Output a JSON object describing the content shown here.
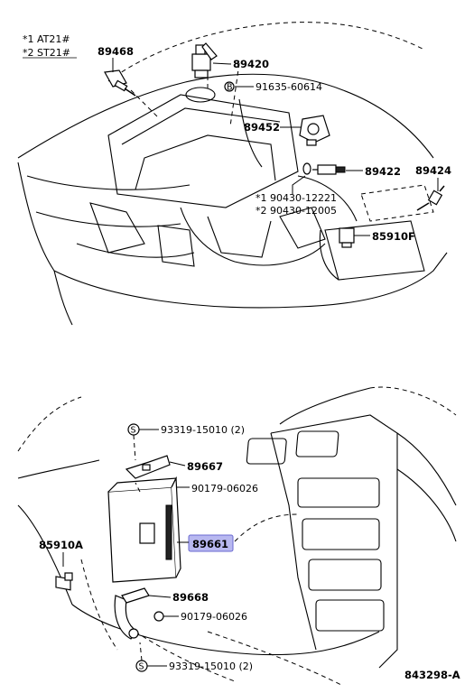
{
  "legend": {
    "line1": "*1 AT21#",
    "line2": "*2 ST21#"
  },
  "callouts": {
    "p89468": "89468",
    "p89420": "89420",
    "p91635": "91635-60614",
    "p89452": "89452",
    "p89422": "89422",
    "p89424": "89424",
    "p90430_1": "*1 90430-12221",
    "p90430_2": "*2 90430-12005",
    "p85910F": "85910F",
    "p93319_top": "93319-15010 (2)",
    "p89667": "89667",
    "p90179_top": "90179-06026",
    "p85910A": "85910A",
    "p89661": "89661",
    "p89668": "89668",
    "p90179_bot": "90179-06026",
    "p93319_bot": "93319-15010 (2)"
  },
  "highlight_color": "#b8b8f0",
  "footer": {
    "diagram_code": "843298-A"
  }
}
